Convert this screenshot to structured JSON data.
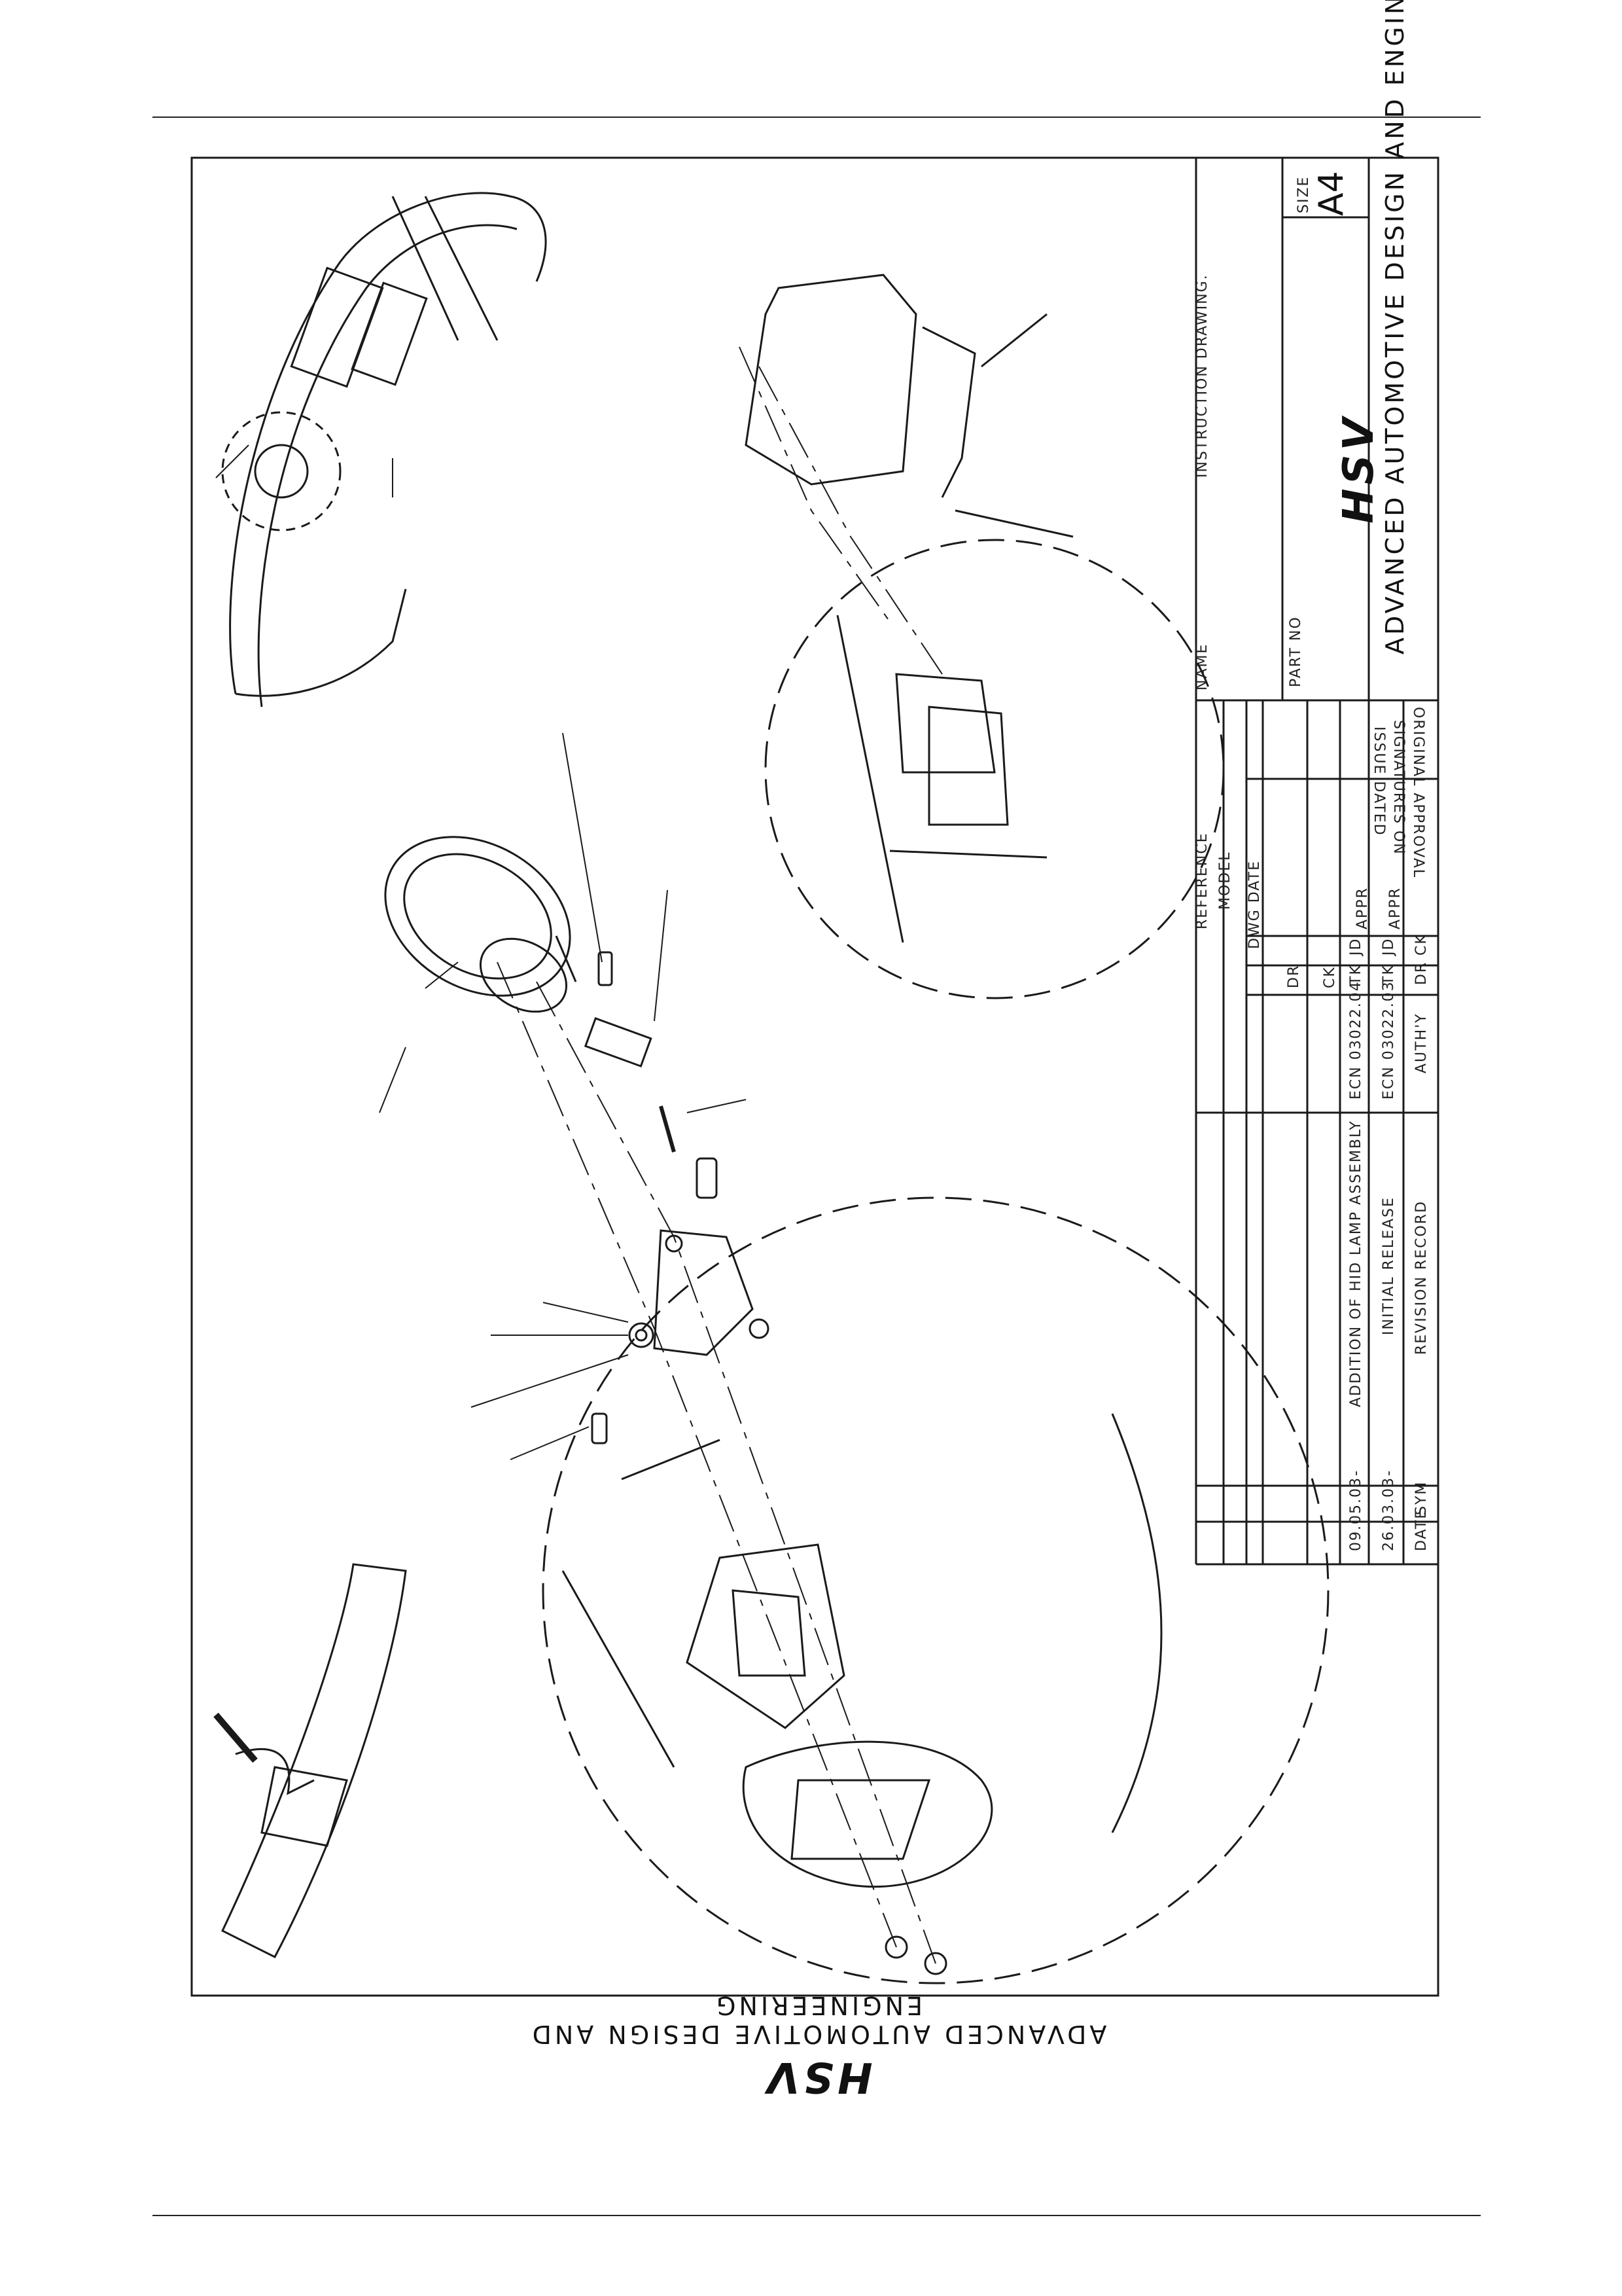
{
  "header": {},
  "title_block": {
    "instruction_drawing": "INSTRUCTION DRAWING.",
    "size_label": "SIZE",
    "size_value": "A4",
    "company": "ADVANCED AUTOMOTIVE DESIGN AND ENGINEERING",
    "logo_text": "HSV",
    "name_label": "NAME",
    "part_no_label": "PART NO",
    "approval_lines": [
      "ORIGINAL APPROVAL",
      "SIGNATURES ON",
      "ISSUE DATED"
    ],
    "field_labels": [
      "REFERENCE",
      "MODEL",
      "DWG DATE",
      "DR",
      "CK",
      "APPR",
      "APPR"
    ],
    "revisions": [
      {
        "date": "09.05.03",
        "sym": "-",
        "description": "ADDITION OF HID LAMP ASSEMBLY",
        "auth": "ECN 03022.04",
        "dr": "TK",
        "ck": "JD"
      },
      {
        "date": "26.03.03",
        "sym": "-",
        "description": "INITIAL RELEASE",
        "auth": "ECN 03022.03",
        "dr": "TK",
        "ck": "JD"
      }
    ],
    "revision_header": {
      "date": "DATE",
      "sym": "SYM",
      "description": "REVISION RECORD",
      "auth": "AUTH'Y",
      "dr": "DR",
      "ck": "CK"
    }
  },
  "footer": {
    "company": "ADVANCED AUTOMOTIVE DESIGN AND ENGINEERING",
    "logo_text": "HSV"
  }
}
